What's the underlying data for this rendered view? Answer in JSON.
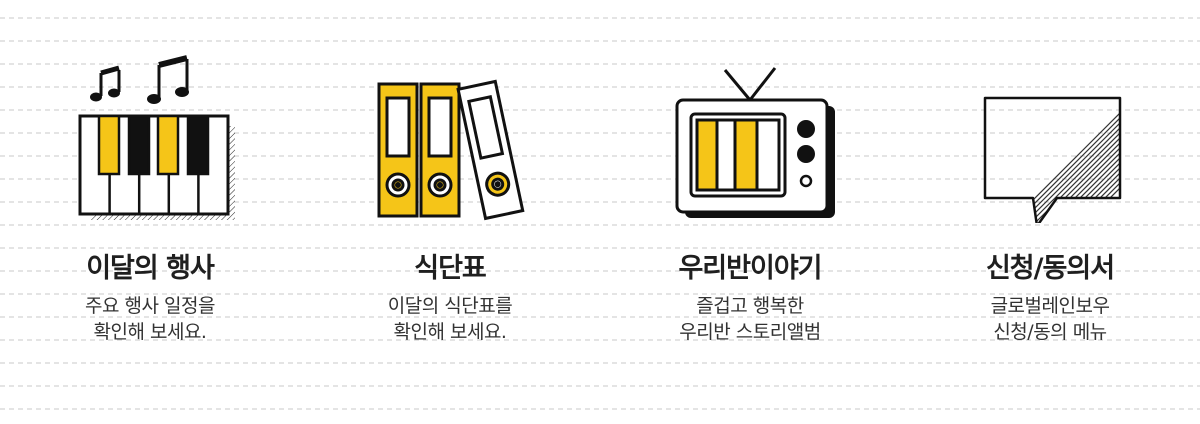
{
  "accent_color": "#f5c518",
  "cards": [
    {
      "icon": "piano-icon",
      "title": "이달의 행사",
      "desc_line1": "주요 행사 일정을",
      "desc_line2": "확인해 보세요."
    },
    {
      "icon": "binders-icon",
      "title": "식단표",
      "desc_line1": "이달의 식단표를",
      "desc_line2": "확인해 보세요."
    },
    {
      "icon": "tv-icon",
      "title": "우리반이야기",
      "desc_line1": "즐겁고 행복한",
      "desc_line2": "우리반 스토리앨범"
    },
    {
      "icon": "speech-bubble-icon",
      "title": "신청/동의서",
      "desc_line1": "글로벌레인보우",
      "desc_line2": "신청/동의 메뉴"
    }
  ]
}
